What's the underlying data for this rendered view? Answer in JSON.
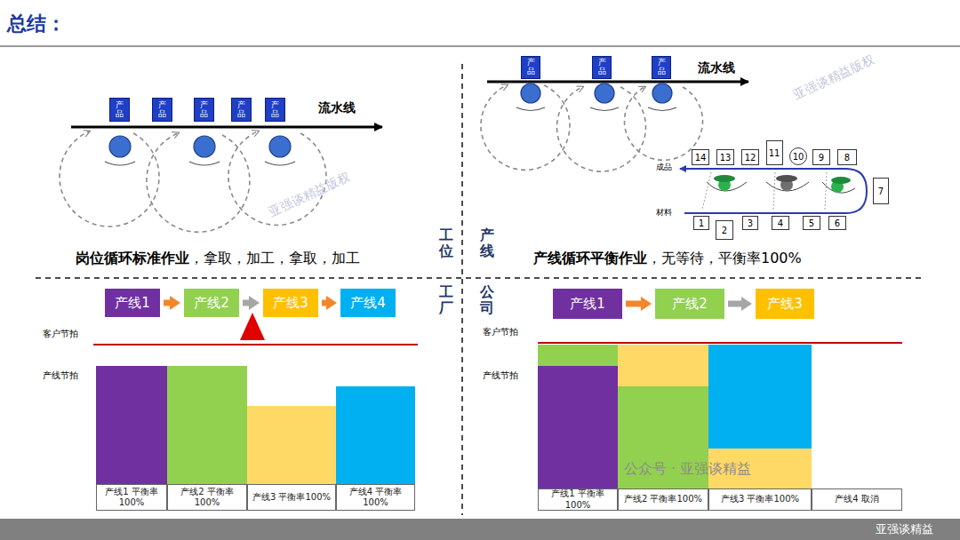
{
  "diagram": {
    "title": "总结：",
    "nodes": [
      {
        "text": [
          "产品"
        ]
      },
      {
        "text": [
          "产品"
        ]
      },
      {
        "text": [
          "产品"
        ]
      },
      {
        "text": [
          "产品"
        ]
      },
      {
        "text": [
          "产品"
        ]
      },
      {
        "text": [
          "产品"
        ]
      },
      {
        "text": [
          "产品"
        ]
      },
      {
        "text": [
          "产品"
        ]
      },
      {
        "text": [
          "14"
        ]
      },
      {
        "text": [
          "13"
        ]
      },
      {
        "text": [
          "12"
        ]
      },
      {
        "text": [
          "11"
        ]
      },
      {
        "text": [
          "10"
        ]
      },
      {
        "text": [
          "9"
        ]
      },
      {
        "text": [
          "8"
        ]
      },
      {
        "text": [
          "7"
        ]
      },
      {
        "text": [
          "1"
        ]
      },
      {
        "text": [
          "2"
        ]
      },
      {
        "text": [
          "3"
        ]
      },
      {
        "text": [
          "4"
        ]
      },
      {
        "text": [
          "5"
        ]
      },
      {
        "text": [
          "6"
        ]
      },
      {
        "text": [
          "产线1"
        ]
      },
      {
        "text": [
          "产线2"
        ]
      },
      {
        "text": [
          "产线3"
        ]
      },
      {
        "text": [
          "产线4"
        ]
      },
      {
        "text": [
          "产线1"
        ]
      },
      {
        "text": [
          "产线2"
        ]
      },
      {
        "text": [
          "产线3"
        ]
      }
    ],
    "edges": [
      {
        "from": 22,
        "to": 23,
        "arrow": "to"
      },
      {
        "from": 23,
        "to": 24,
        "arrow": "to"
      },
      {
        "from": 24,
        "to": 25,
        "arrow": "to"
      },
      {
        "from": 26,
        "to": 27,
        "arrow": "to"
      },
      {
        "from": 27,
        "to": 28,
        "arrow": "to"
      }
    ],
    "labels": [
      "流水线",
      "岗位循环标准作业",
      "，拿取，加工，拿取，加工",
      "流水线",
      "成品",
      "材料",
      "产线循环平衡作业",
      "，无等待，平衡率100%",
      "工位",
      "产线",
      "工厂",
      "公司",
      "客户节拍",
      "产线节拍",
      "产线1 平衡率 100%",
      "产线2 平衡率100%",
      "产线3 平衡率100%",
      "产线4 平衡率100%",
      "客户节拍",
      "产线节拍",
      "产线1 平衡率100%",
      "产线2 平衡率100%",
      "产线3 平衡率100%",
      "产线4 取消",
      "亚强谈精益版权",
      "亚强谈精益版权",
      "公众号 · 亚强谈精益",
      "亚强谈精益"
    ]
  }
}
